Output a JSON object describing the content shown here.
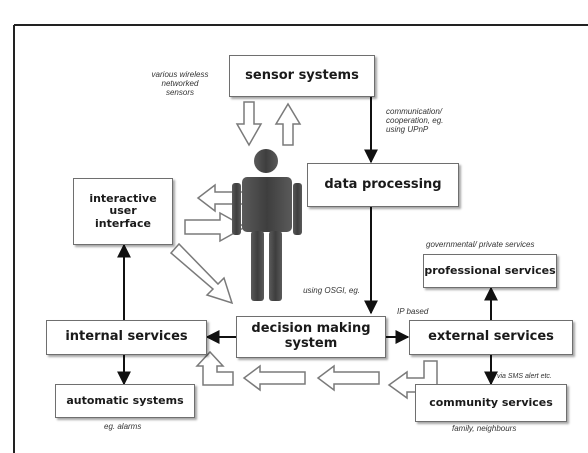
{
  "nodes": {
    "sensor_systems": "sensor systems",
    "data_processing": "data processing",
    "interactive_user_interface": "interactive user interface",
    "professional_services": "professional services",
    "internal_services": "internal services",
    "decision_making_system": "decision making system",
    "external_services": "external services",
    "automatic_systems": "automatic systems",
    "community_services": "community services"
  },
  "notes": {
    "wireless_sensors": "various wireless networked sensors",
    "communication": "communication/ cooperation, eg. using UPnP",
    "governmental": "governmental/ private services",
    "using_osgi": "using OSGI, eg.",
    "ip_based": "IP based",
    "via_sms": "via SMS alert etc.",
    "eg_alarms": "eg. alarms",
    "family": "family, neighbours"
  },
  "colors": {
    "line": "#111111",
    "hollow_arrow_stroke": "#7a7a7a",
    "figure": "#4d4d4d",
    "box_border": "#6f6f6f"
  },
  "icons": {
    "person": "person-silhouette",
    "cursor": "mouse-pointer"
  }
}
